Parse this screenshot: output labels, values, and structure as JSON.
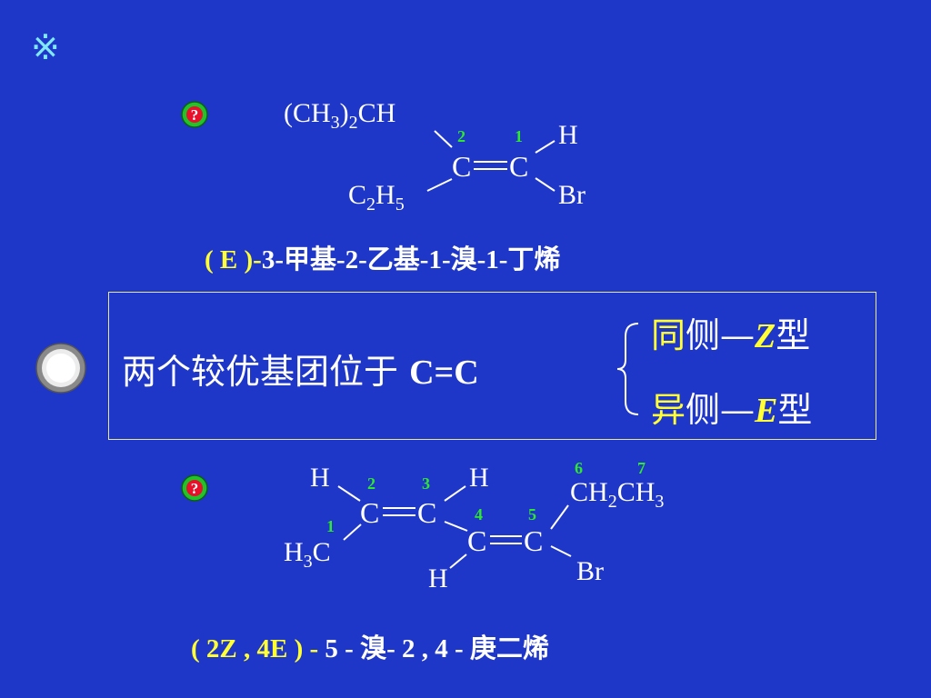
{
  "ornament": "※",
  "question_mark": "?",
  "molecule1": {
    "group_top_left": "(CH3)2CH",
    "group_bottom_left": "C2H5",
    "group_top_right": "H",
    "group_bottom_right": "Br",
    "carbon_left": "C",
    "carbon_right": "C",
    "number_left": "2",
    "number_right": "1",
    "name_prefix": "( E )-",
    "name_rest": "3-甲基-2-乙基-1-溴-1-丁烯"
  },
  "rule": {
    "text": "两个较优基团位于",
    "bond": "C=C",
    "same_side_char": "同",
    "same_side_rest": "侧—",
    "same_letter": "Z",
    "type_suffix": "型",
    "opposite_side_char": "异",
    "opposite_side_rest": "侧—",
    "opposite_letter": "E"
  },
  "molecule2": {
    "h_top_left": "H",
    "h3c": "H3C",
    "h_top_mid": "H",
    "h_bottom": "H",
    "ch2ch3": "CH2CH3",
    "br": "Br",
    "c2": "C",
    "c3": "C",
    "c4": "C",
    "c5": "C",
    "n1": "1",
    "n2": "2",
    "n3": "3",
    "n4": "4",
    "n5": "5",
    "n6": "6",
    "n7": "7",
    "name_prefix": "( 2Z , 4E ) -",
    "name_rest": " 5 - 溴- 2 , 4 - 庚二烯"
  },
  "colors": {
    "background": "#1f37c8",
    "accent_yellow": "#ffff33",
    "number_green": "#2ee82e",
    "badge_red": "#e8102a",
    "badge_green": "#22c22a"
  }
}
